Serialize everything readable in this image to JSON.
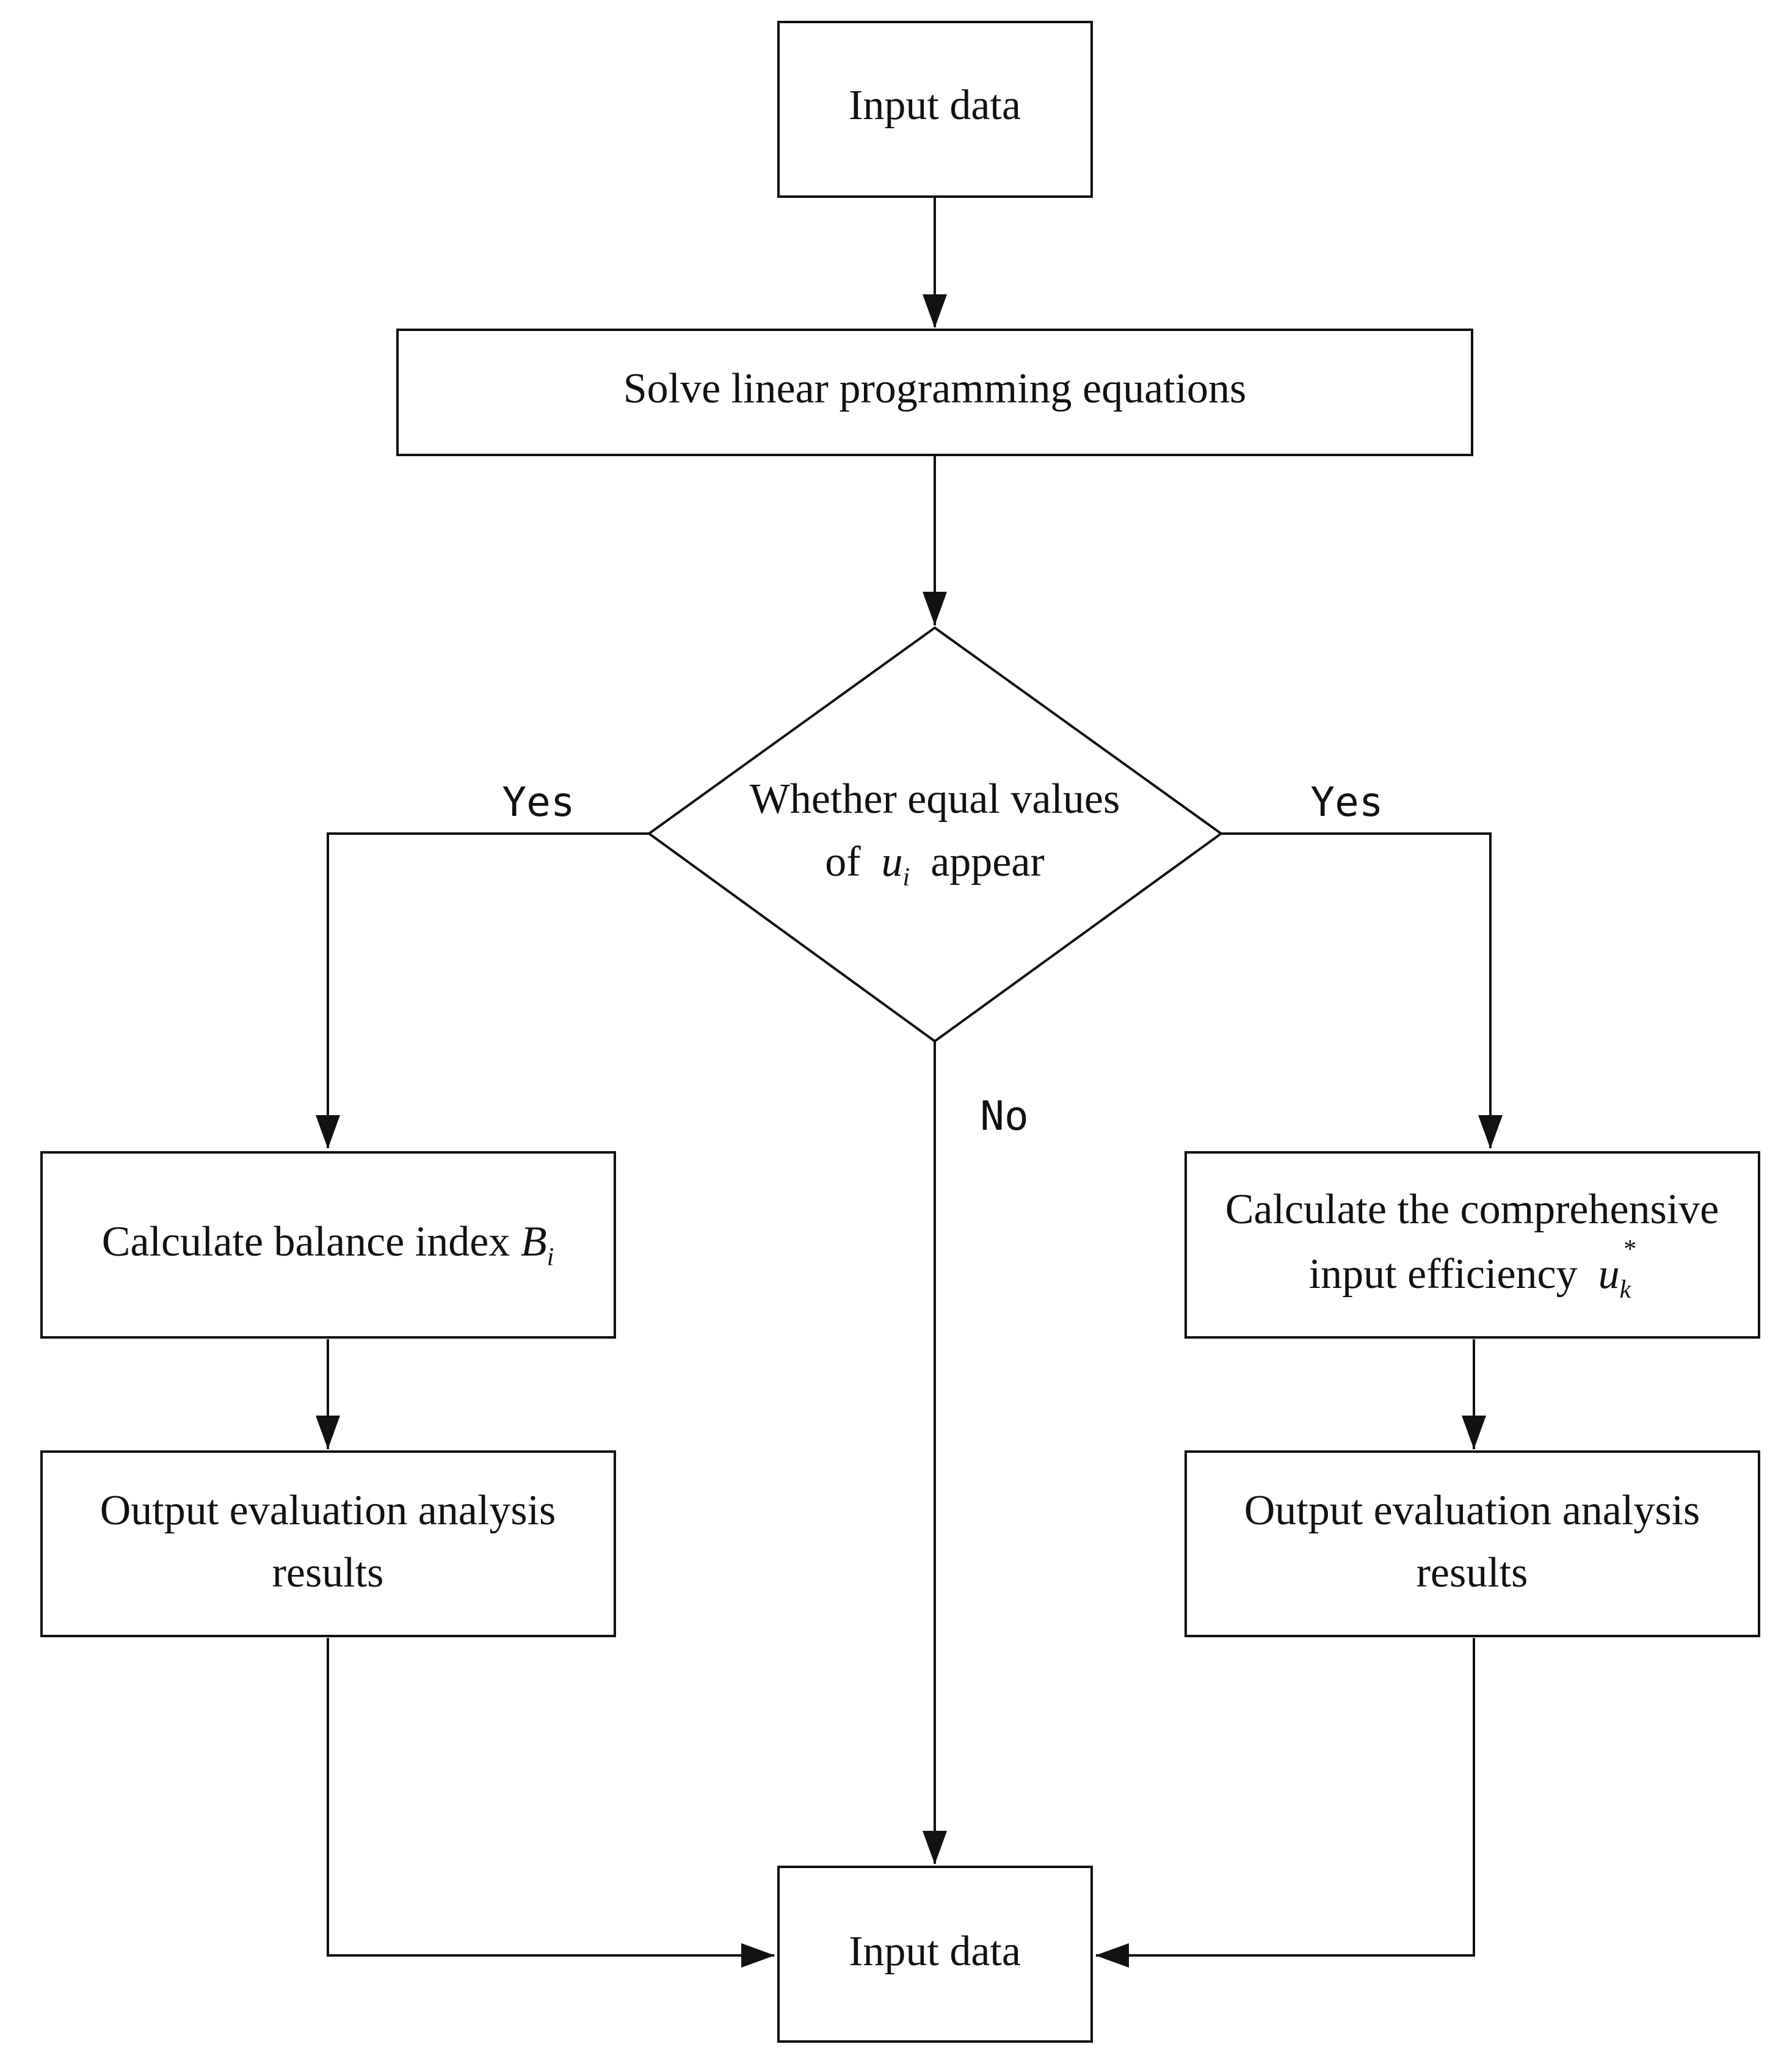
{
  "diagram": {
    "nodes": {
      "input_top": "Input data",
      "solve": "Solve linear programming equations",
      "decision_line1": "Whether equal values",
      "decision_of": "of",
      "decision_var": "u",
      "decision_sub": "i",
      "decision_appear": "appear",
      "balance_text": "Calculate balance index ",
      "balance_var": "B",
      "balance_sub": "i",
      "comprehensive_line1": "Calculate the comprehensive",
      "comprehensive_line2": "input efficiency",
      "comprehensive_var": "u",
      "comprehensive_sub": "k",
      "comprehensive_sup": "*",
      "output_left_line1": "Output evaluation analysis",
      "output_left_line2": "results",
      "output_right_line1": "Output evaluation analysis",
      "output_right_line2": "results",
      "input_bottom": "Input data"
    },
    "edges": {
      "yes_left": "Yes",
      "yes_right": "Yes",
      "no": "No"
    },
    "colors": {
      "stroke": "#111111",
      "background": "#ffffff"
    }
  }
}
